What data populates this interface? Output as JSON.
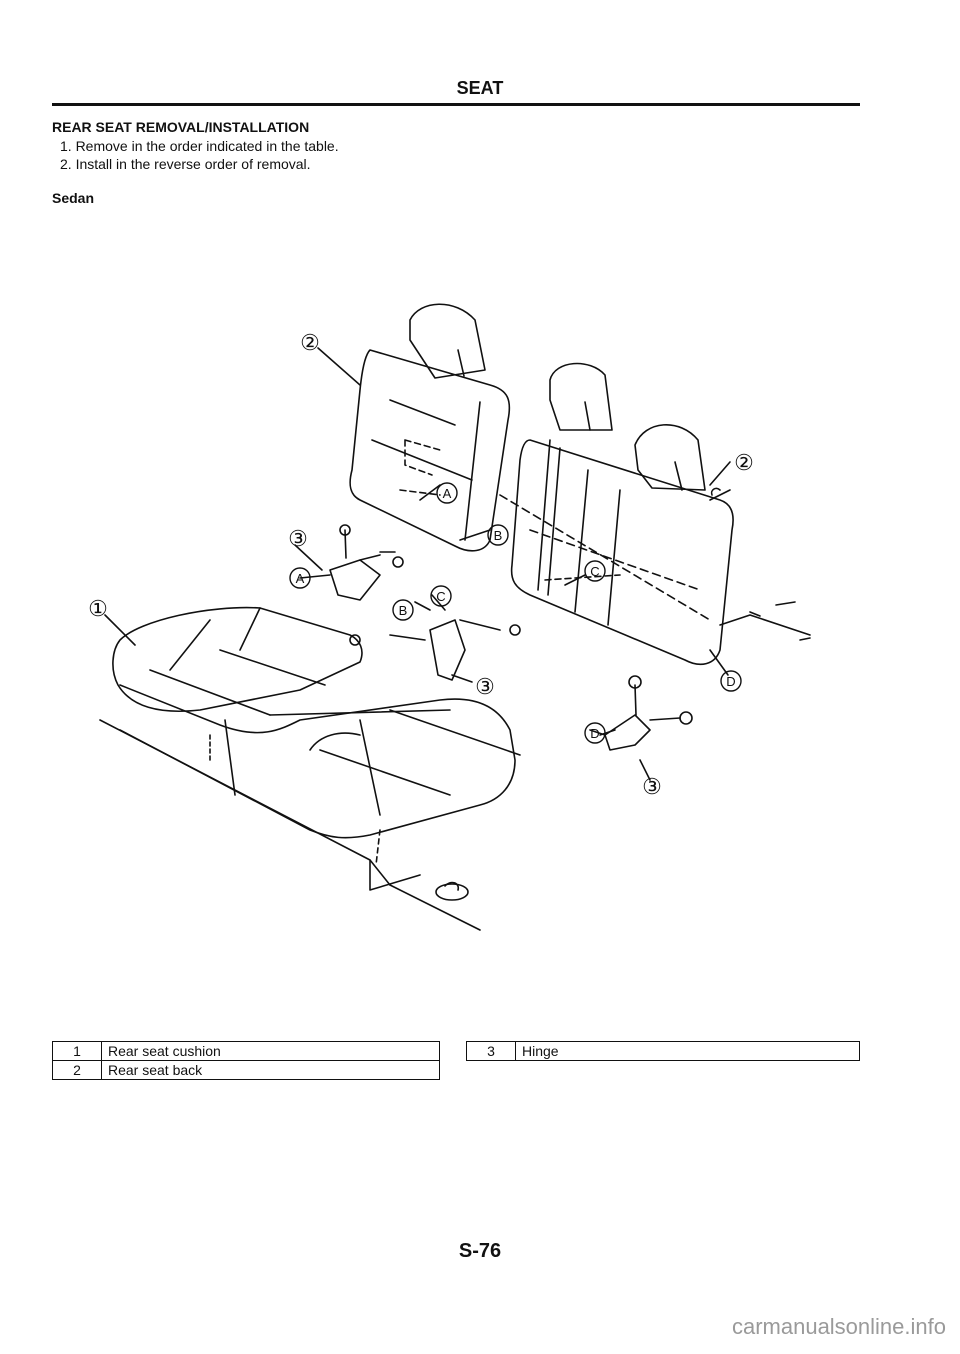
{
  "header": {
    "title": "SEAT"
  },
  "section": {
    "title": "REAR SEAT REMOVAL/INSTALLATION",
    "steps": [
      "1. Remove in the order indicated in the table.",
      "2. Install in the reverse order of removal."
    ],
    "variant": "Sedan"
  },
  "figure": {
    "callouts": {
      "c1": "①",
      "c2a": "②",
      "c2b": "②",
      "c3a": "③",
      "c3b": "③",
      "c3c": "③"
    },
    "letters": {
      "A1": "A",
      "A2": "A",
      "B1": "B",
      "B2": "B",
      "C1": "C",
      "C2": "C",
      "D1": "D",
      "D2": "D"
    }
  },
  "parts_table": {
    "left": [
      {
        "no": "1",
        "name": "Rear seat cushion"
      },
      {
        "no": "2",
        "name": "Rear seat back"
      }
    ],
    "right": [
      {
        "no": "3",
        "name": "Hinge"
      }
    ]
  },
  "footer": {
    "page": "S-76"
  },
  "watermark": "carmanualsonline.info"
}
